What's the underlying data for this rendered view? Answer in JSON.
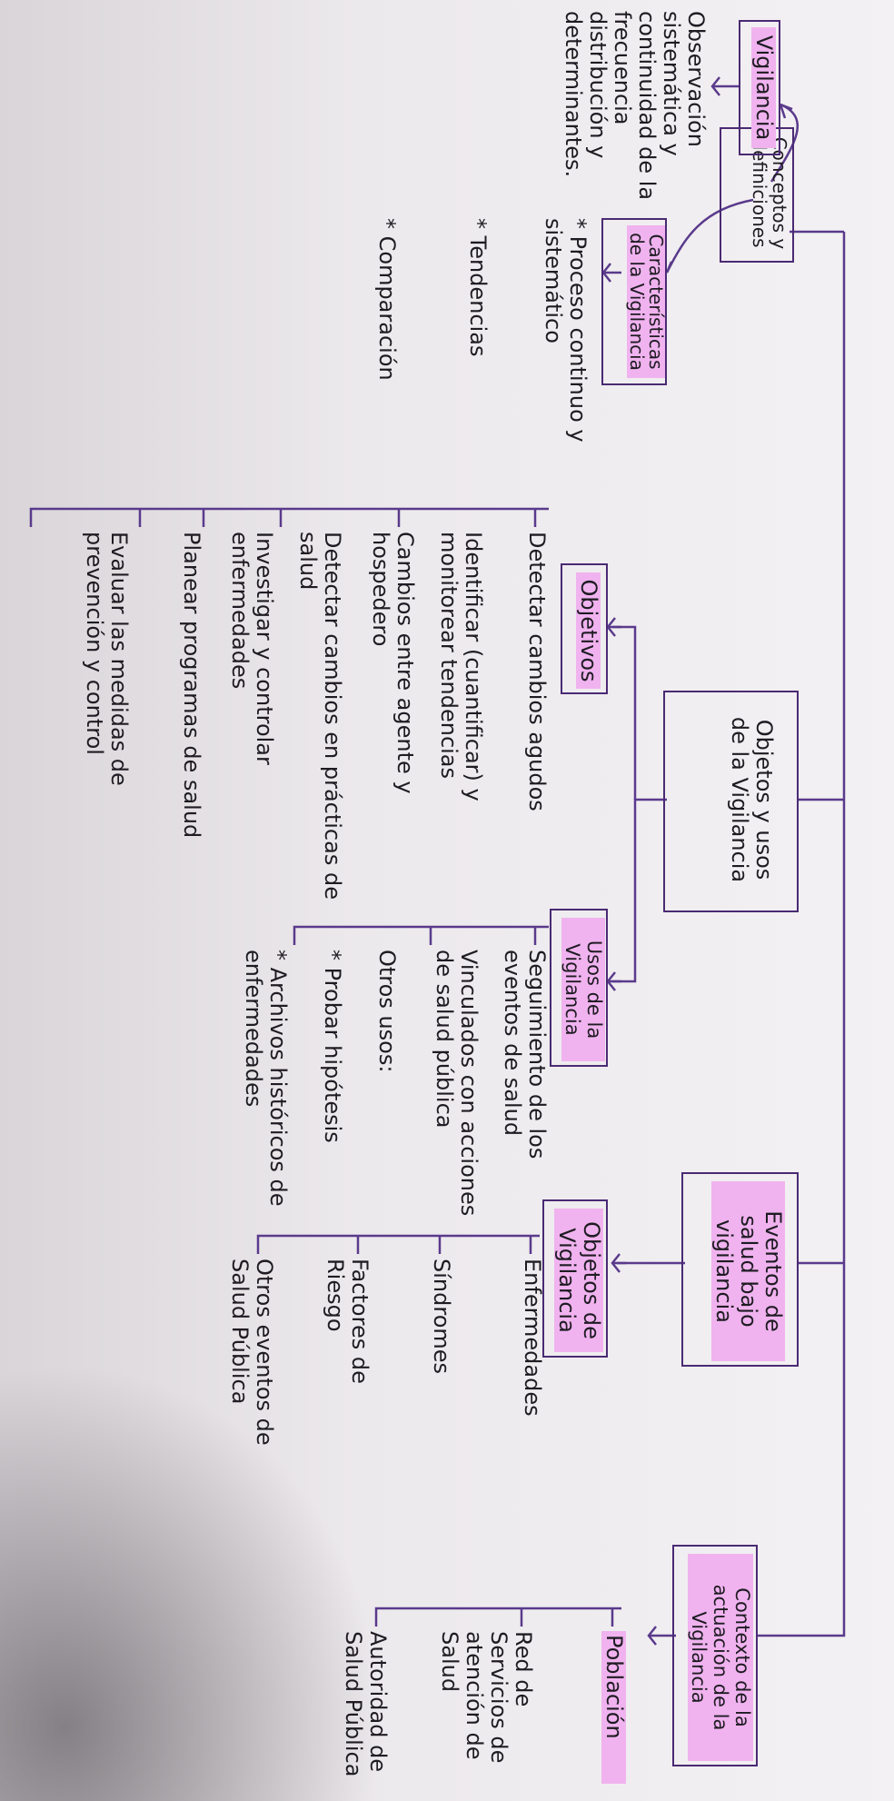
{
  "root": {
    "label": "Conceptos y definiciones"
  },
  "colA": {
    "head": "Vigilancia",
    "text": "Observación sistemática y continuidad de la frecuencia distribución y determinantes."
  },
  "colB": {
    "head": "Características de la Vigilancia",
    "items": [
      "* Proceso continuo y sistemático",
      "* Tendencias",
      "* Comparación"
    ]
  },
  "objUsos": {
    "label": "Objetos y usos de la Vigilancia"
  },
  "objetivos": {
    "head": "Objetivos",
    "items": [
      "Detectar cambios agudos",
      "Identificar (cuantificar) y monitorear tendencias",
      "Cambios entre agente y hospedero",
      "Detectar cambios en prácticas de salud",
      "Investigar y controlar enfermedades",
      "Planear programas de salud",
      "Evaluar las medidas de prevención y control"
    ]
  },
  "usos": {
    "head": "Usos de la Vigilancia",
    "items": [
      "Seguimiento de los eventos de salud",
      "Vinculados con acciones de salud pública",
      "Otros usos:",
      "* Probar hipótesis",
      "* Archivos históricos de enfermedades"
    ]
  },
  "eventos": {
    "label": "Eventos de salud bajo vigilancia"
  },
  "objetosVig": {
    "head": "Objetos de Vigilancia",
    "items": [
      "Enfermedades",
      "Síndromes",
      "Factores de Riesgo",
      "Otros eventos de Salud Pública"
    ]
  },
  "contexto": {
    "head": "Contexto de la actuación de la Vigilancia",
    "items": [
      "Población",
      "Red de Servicios de atención de Salud",
      "Autoridad de Salud Pública"
    ]
  }
}
